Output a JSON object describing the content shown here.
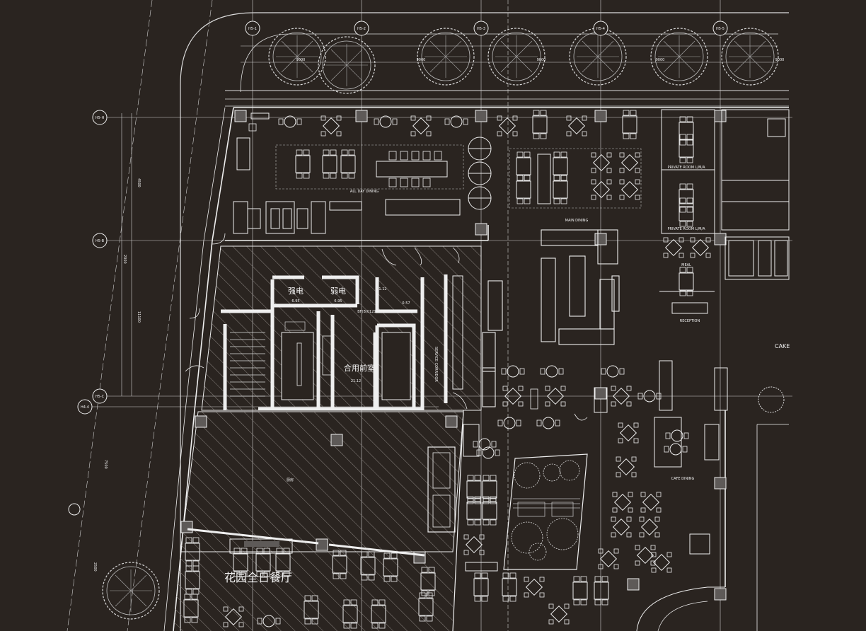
{
  "grid_axes": {
    "top": [
      "H5-1",
      "H5-2",
      "H5-3",
      "H5-4",
      "H5-5"
    ],
    "left": [
      "H5-H",
      "H5-B",
      "H5-C",
      "H4-4"
    ]
  },
  "dimensions": {
    "top": [
      "9000",
      "9000",
      "9000",
      "9000",
      "9000"
    ],
    "left": [
      "4500",
      "2000",
      "11100",
      "7500",
      "2500"
    ]
  },
  "rooms": {
    "strong_power": "强电",
    "strong_power_area": "6.95",
    "weak_power": "弱电",
    "weak_power_area": "6.95",
    "area_112": "1.12",
    "area_057": "0.57",
    "shared_anteroom": "合用前室",
    "shared_anteroom_area": "21.12",
    "fire_label": "BF(B)01213",
    "kitchen": "厨房",
    "garden_dining": "花园全日餐厅",
    "all_day_dining": "ALL DAY DINING",
    "main_dining": "MAIN DINING",
    "private_room_1": "PRIVATE ROOM L/M/A",
    "private_room_2": "PRIVATE ROOM L/M/A",
    "cafe_dining": "CAFE DINING",
    "service_corridor": "SERVICE CORRIDOR",
    "cake": "CAKE",
    "reception": "RECEPTION",
    "meal": "MEAL"
  }
}
